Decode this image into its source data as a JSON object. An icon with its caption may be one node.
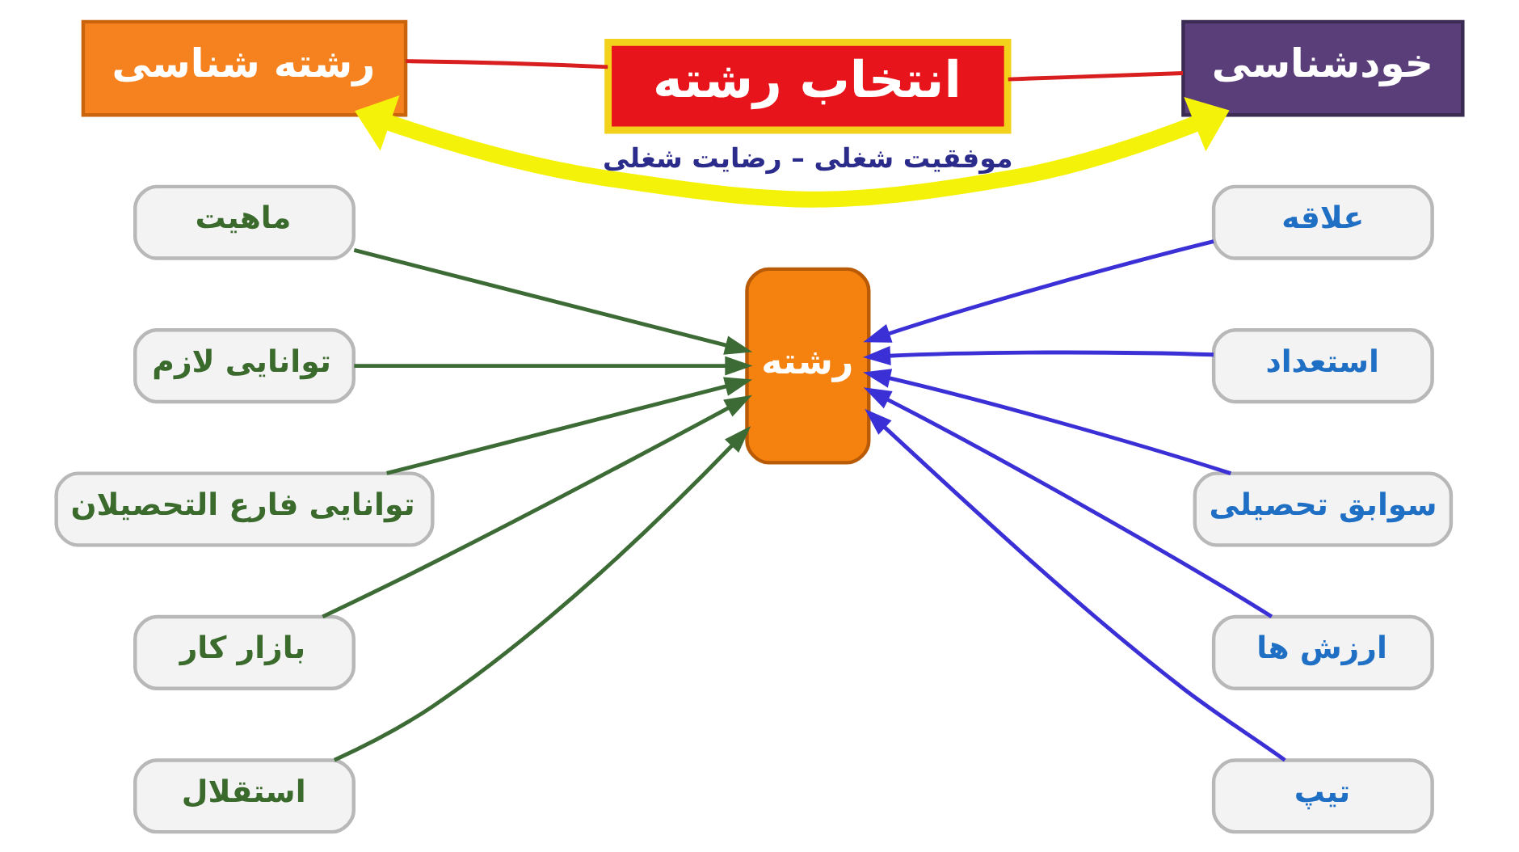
{
  "diagram": {
    "nodes": [
      {
        "text": [
          "انتخاب رشته"
        ]
      },
      {
        "text": [
          "خودشناسی"
        ]
      },
      {
        "text": [
          "رشته شناسی"
        ]
      },
      {
        "text": [
          "علاقه"
        ]
      },
      {
        "text": [
          "استعداد"
        ]
      },
      {
        "text": [
          "سوابق تحصیلی"
        ]
      },
      {
        "text": [
          "ارزش ها"
        ]
      },
      {
        "text": [
          "تیپ"
        ]
      },
      {
        "text": [
          "رشته"
        ]
      },
      {
        "text": [
          "ماهیت"
        ]
      },
      {
        "text": [
          "توانایی لازم"
        ]
      },
      {
        "text": [
          "توانایی فارع التحصیلان"
        ]
      },
      {
        "text": [
          "بازار کار"
        ]
      },
      {
        "text": [
          "استقلال"
        ]
      }
    ],
    "edges": [
      {
        "from": 0,
        "to": 1,
        "arrow": "none",
        "color": "#d81e1e"
      },
      {
        "from": 0,
        "to": 2,
        "arrow": "none",
        "color": "#d81e1e"
      },
      {
        "from": 2,
        "to": 1,
        "arrow": "both",
        "label": "موفقیت شغلی – رضایت شغلی",
        "style": "thick",
        "color": "#f5f20a"
      },
      {
        "from": 3,
        "to": 8,
        "arrow": "to",
        "color": "#3b2fd6"
      },
      {
        "from": 4,
        "to": 8,
        "arrow": "to",
        "color": "#3b2fd6"
      },
      {
        "from": 5,
        "to": 8,
        "arrow": "to",
        "color": "#3b2fd6"
      },
      {
        "from": 6,
        "to": 8,
        "arrow": "to",
        "color": "#3b2fd6"
      },
      {
        "from": 7,
        "to": 8,
        "arrow": "to",
        "color": "#3b2fd6"
      },
      {
        "from": 9,
        "to": 8,
        "arrow": "to",
        "color": "#3d6b35"
      },
      {
        "from": 10,
        "to": 8,
        "arrow": "to",
        "color": "#3d6b35"
      },
      {
        "from": 11,
        "to": 8,
        "arrow": "to",
        "color": "#3d6b35"
      },
      {
        "from": 12,
        "to": 8,
        "arrow": "to",
        "color": "#3d6b35"
      },
      {
        "from": 13,
        "to": 8,
        "arrow": "to",
        "color": "#3d6b35"
      }
    ]
  }
}
